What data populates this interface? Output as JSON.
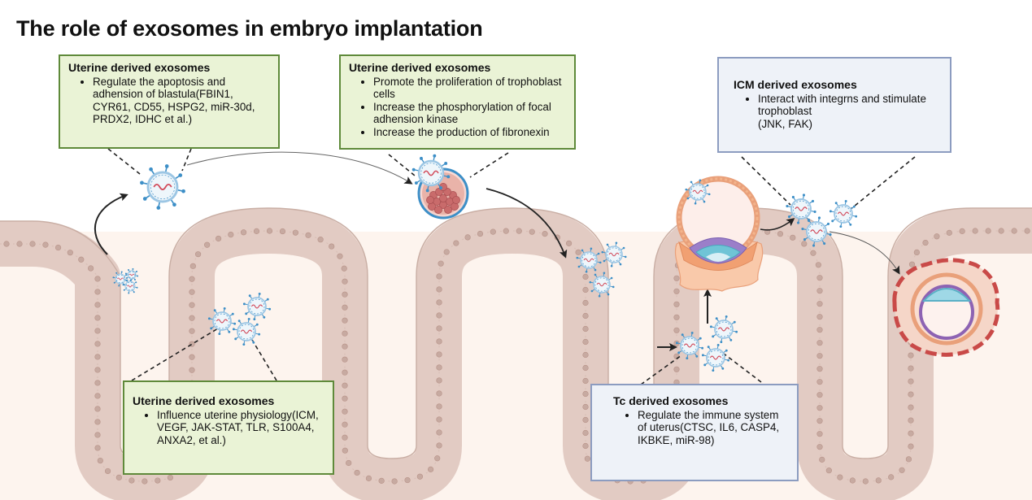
{
  "title": "The role of exosomes in embryo implantation",
  "boxes": {
    "top_left": {
      "heading": "Uterine derived exosomes",
      "bullets": [
        "Regulate the apoptosis and adhension of blastula(FBIN1, CYR61, CD55, HSPG2, miR-30d, PRDX2, IDHC et al.)"
      ]
    },
    "top_middle": {
      "heading": "Uterine derived exosomes",
      "bullets": [
        "Promote the proliferation of trophoblast cells",
        "Increase the phosphorylation of focal adhension kinase",
        "Increase the production of fibronexin"
      ]
    },
    "top_right": {
      "heading": "ICM derived exosomes",
      "bullets": [
        "Interact with integrns and stimulate trophoblast"
      ],
      "extra": "(JNK, FAK)"
    },
    "bottom_left": {
      "heading": "Uterine derived exosomes",
      "bullets": [
        "Influence uterine physiology(ICM, VEGF, JAK-STAT, TLR, S100A4, ANXA2, et al.)"
      ]
    },
    "bottom_right": {
      "heading": "Tc derived exosomes",
      "bullets": [
        "Regulate the immune system of uterus(CTSC, IL6, CASP4, IKBKE, miR-98)"
      ]
    }
  },
  "colors": {
    "green_fill": "#eaf3d6",
    "green_border": "#5f8a3a",
    "blue_fill": "#eef2f8",
    "blue_border": "#8c9cc0",
    "epithelium": "#e6d3cc",
    "trophoblast": "#f1a072",
    "exosome_blue": "#3d8fc7",
    "rna_red": "#d24a5a"
  }
}
